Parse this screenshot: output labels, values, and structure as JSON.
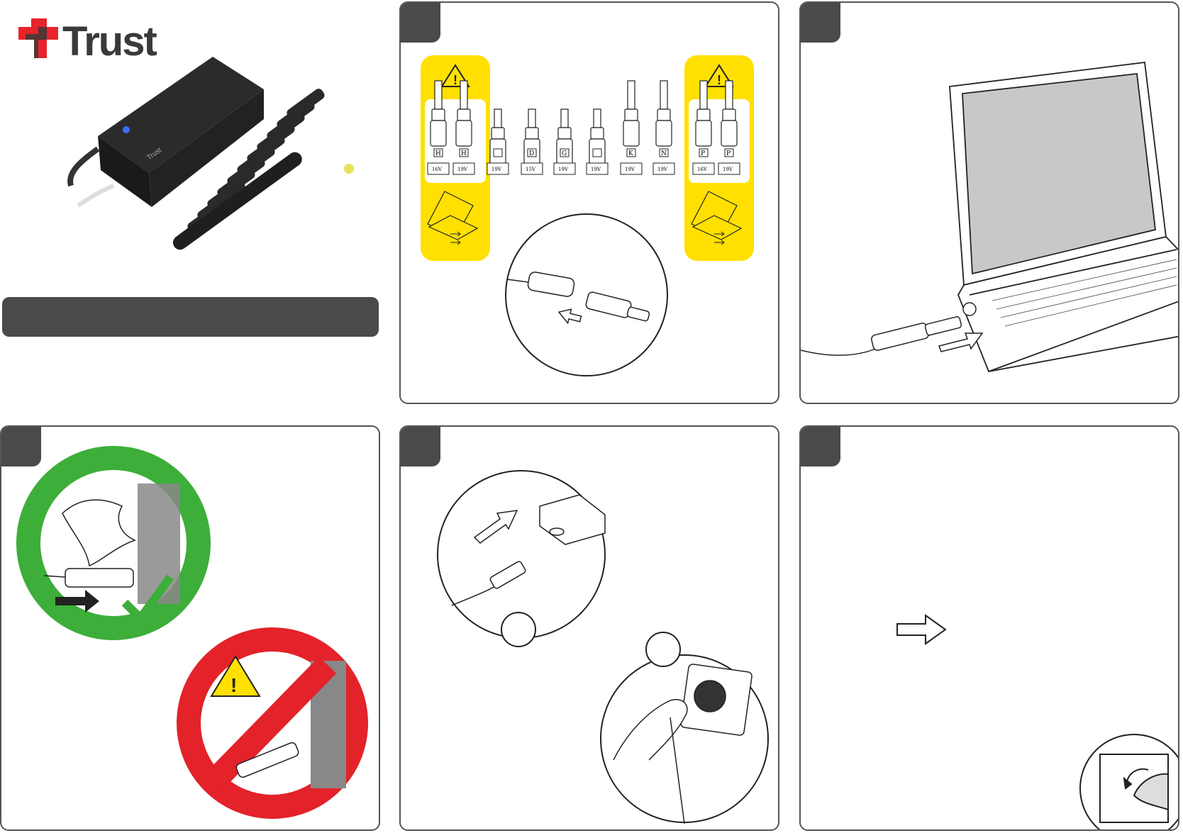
{
  "brand": {
    "name": "Trust",
    "accent": "#e8232a",
    "dark": "#3a3a3a"
  },
  "colors": {
    "yellow": "#ffe000",
    "green": "#3dae39",
    "red": "#e3222a",
    "panel_tab": "#4a4a4a"
  },
  "tips_left": [
    {
      "letter": "H",
      "volt": "16V"
    },
    {
      "letter": "H",
      "volt": "19V"
    }
  ],
  "tips_middle": [
    {
      "letter": "",
      "volt": "19V"
    },
    {
      "letter": "D",
      "volt": "15V"
    },
    {
      "letter": "G",
      "volt": "19V"
    },
    {
      "letter": "",
      "volt": "19V"
    },
    {
      "letter": "K",
      "volt": "19V"
    },
    {
      "letter": "N",
      "volt": "19V"
    }
  ],
  "tips_right": [
    {
      "letter": "P",
      "volt": "16V"
    },
    {
      "letter": "P",
      "volt": "19V"
    }
  ],
  "icons": [
    "warning-icon",
    "checkmark-icon",
    "prohibited-icon",
    "arrow-right-icon",
    "page-turn-icon"
  ]
}
